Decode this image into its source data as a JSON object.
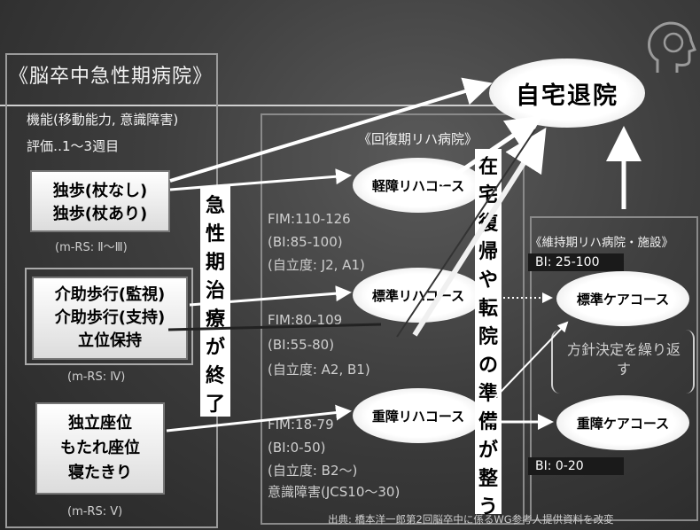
{
  "acute": {
    "title": "《脳卒中急性期病院》",
    "function_label": "機能(移動能力, 意識障害)",
    "eval_label": "評価‥1〜3週目",
    "groups": [
      {
        "lines": [
          "独歩(杖なし)",
          "独歩(杖あり)"
        ],
        "mrs": "(m-RS: Ⅱ〜Ⅲ)"
      },
      {
        "lines": [
          "介助歩行(監視)",
          "介助歩行(支持)",
          "立位保持"
        ],
        "mrs": "(m-RS: Ⅳ)"
      },
      {
        "lines": [
          "独立座位",
          "もたれ座位",
          "寝たきり"
        ],
        "mrs": "(m-RS: Ⅴ)"
      }
    ],
    "vertical_text": [
      "急",
      "性",
      "期",
      "治",
      "療",
      "が",
      "終",
      "了"
    ]
  },
  "recovery": {
    "title": "《回復期リハ病院》",
    "courses": [
      {
        "label": "軽障リハコース",
        "fim": "FIM:110-126",
        "bi": "(BI:85-100)",
        "independence": "(自立度: J2, A1)"
      },
      {
        "label": "標準リハコース",
        "fim": "FIM:80-109",
        "bi": "(BI:55-80)",
        "independence": "(自立度: A2, B1)"
      },
      {
        "label": "重障リハコース",
        "fim": "FIM:18-79",
        "bi": "(BI:0-50)",
        "independence": "(自立度: B2〜)",
        "extra": "意識障害(JCS10〜30)"
      }
    ],
    "vertical_text": [
      "在",
      "宅",
      "復",
      "帰",
      "や",
      "転",
      "院",
      "の",
      "準",
      "備",
      "が",
      "整",
      "う"
    ]
  },
  "home": {
    "label": "自宅退院"
  },
  "maintenance": {
    "title": "《維持期リハ病院・施設》",
    "bi_top": "BI: 25-100",
    "course_standard": "標準ケアコース",
    "policy": "方針決定を繰り返す",
    "course_severe": "重障ケアコース",
    "bi_bottom": "BI: 0-20"
  },
  "source": "出典: 橋本洋一郎第2回脳卒中に係るWG参考人提供資料を改変"
}
